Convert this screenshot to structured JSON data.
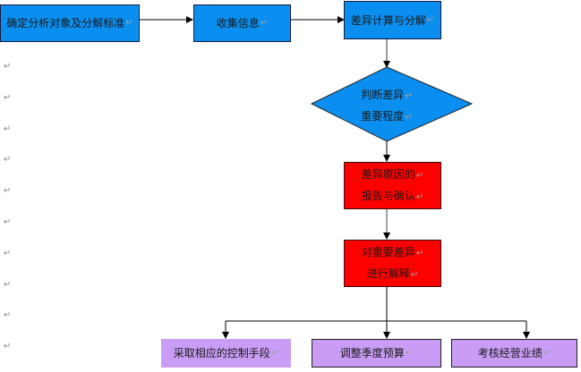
{
  "colors": {
    "process_blue": "#0a8ef0",
    "critical_red": "#ff0000",
    "action_purple": "#c99cf5"
  },
  "paragraph_mark": "↵",
  "nodes": {
    "define_target": {
      "label": "确定分析对象及分解标准"
    },
    "collect_info": {
      "label": "收集信息"
    },
    "calc_diff": {
      "label": "差异计算与分解"
    },
    "judge_importance": {
      "line1": "判断差异",
      "line2": "重要程度"
    },
    "report_reason": {
      "line1": "差异原因的",
      "line2": "报告与确认"
    },
    "explain": {
      "line1": "对重要差异",
      "line2": "进行解释"
    },
    "control": {
      "label": "采取相应的控制手段"
    },
    "adjust_budget": {
      "label": "调整季度预算"
    },
    "assess": {
      "label": "考核经营业绩"
    }
  }
}
